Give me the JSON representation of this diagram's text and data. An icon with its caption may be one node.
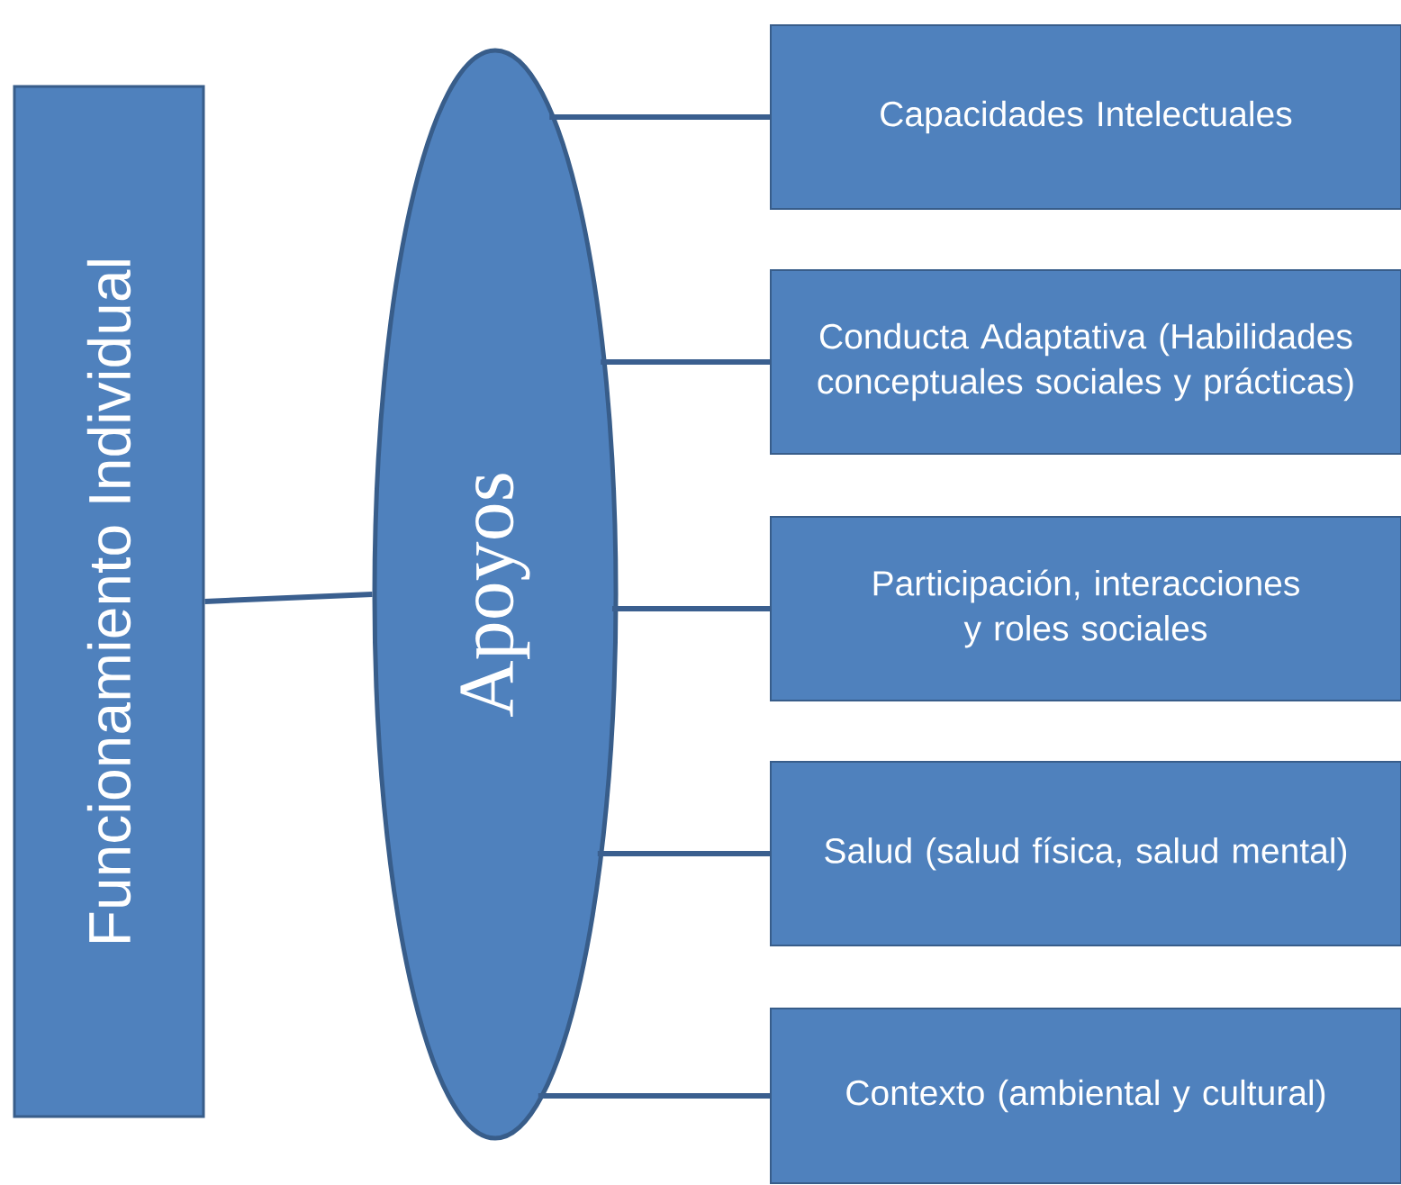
{
  "diagram": {
    "nodes": [
      {
        "text": [
          "Funcionamiento Individual"
        ]
      },
      {
        "text": [
          "Apoyos"
        ]
      },
      {
        "text": [
          "Capacidades Intelectuales"
        ]
      },
      {
        "text": [
          "Conducta Adaptativa (Habilidades conceptuales sociales y prácticas)"
        ]
      },
      {
        "text": [
          "Participación, interacciones y roles sociales"
        ]
      },
      {
        "text": [
          "Salud (salud física, salud mental)"
        ]
      },
      {
        "text": [
          "Contexto (ambiental y cultural)"
        ]
      }
    ],
    "edges": [
      {
        "from": 0,
        "to": 1,
        "arrow": "none"
      },
      {
        "from": 1,
        "to": 2,
        "arrow": "none"
      },
      {
        "from": 1,
        "to": 3,
        "arrow": "none"
      },
      {
        "from": 1,
        "to": 4,
        "arrow": "none"
      },
      {
        "from": 1,
        "to": 5,
        "arrow": "none"
      },
      {
        "from": 1,
        "to": 6,
        "arrow": "none"
      }
    ]
  }
}
